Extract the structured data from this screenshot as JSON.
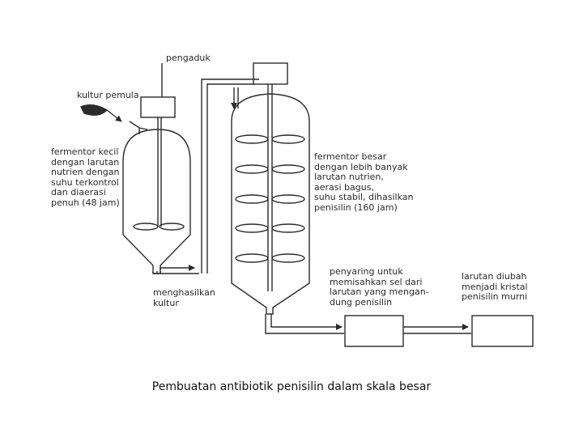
{
  "labels": {
    "pengaduk": "pengaduk",
    "kultur_pemula": "kultur pemula",
    "fermentor_kecil": "fermentor kecil\ndengan larutan\nnutrien dengan\nsuhu terkontrol\ndan diaerasi\npenuh (48 jam)",
    "fermentor_besar": "fermentor besar\ndengan lebih banyak\nlarutan nutrien,\naerasi bagus,\nsuhu stabil, dihasilkan\npenisilin (160 jam)",
    "menghasilkan_kultur": "menghasilkan\nkultur",
    "penyaring": "penyaring untuk\nmemisahkan sel dari\nlarutan yang mengan-\ndung penisilin",
    "larutan_diubah": "larutan diubah\nmenjadi kristal\npenisilin murni"
  },
  "caption": "Pembuatan antibiotik penisilin dalam skala besar",
  "colors": {
    "line": "#2b2b2b",
    "text": "#2a2a2a"
  }
}
